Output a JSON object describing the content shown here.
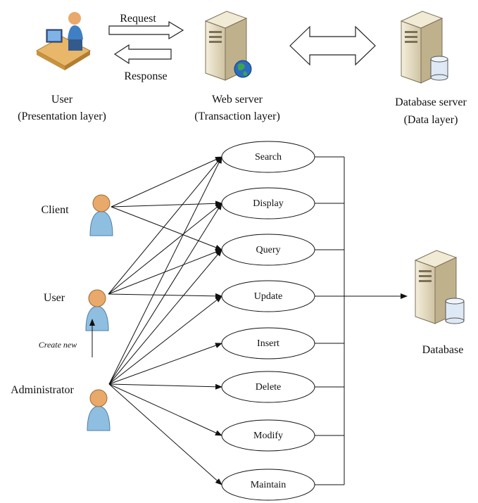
{
  "header": {
    "request_label": "Request",
    "response_label": "Response",
    "user_title": "User",
    "user_subtitle": "(Presentation layer)",
    "web_title": "Web server",
    "web_subtitle": "(Transaction layer)",
    "db_title": "Database server",
    "db_subtitle": "(Data layer)"
  },
  "actors": {
    "client": "Client",
    "user": "User",
    "admin": "Administrator",
    "create_new": "Create new"
  },
  "use_cases": [
    "Search",
    "Display",
    "Query",
    "Update",
    "Insert",
    "Delete",
    "Modify",
    "Maintain"
  ],
  "database_label": "Database",
  "colors": {
    "skin": "#e8a96a",
    "body": "#8fbfe0",
    "server": "#e9dfc4",
    "db_cyl": "#dfe9f5",
    "globe": "#2a6cc0"
  }
}
